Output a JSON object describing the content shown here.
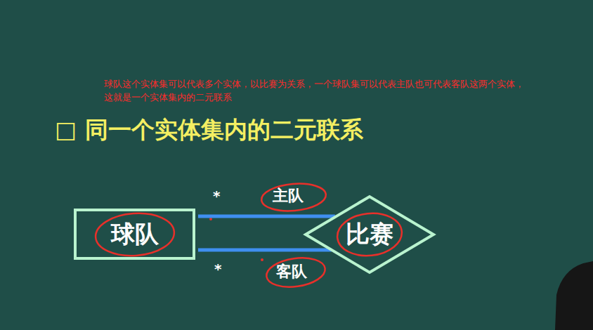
{
  "diagram": {
    "title": "□ 同一个实体集内的二元联系",
    "nodes": [
      {
        "text": [
          "球队"
        ]
      },
      {
        "text": [
          "比赛"
        ]
      }
    ],
    "edges": [
      {
        "from": 0,
        "to": 1,
        "arrow": "none",
        "label": "主队"
      },
      {
        "from": 0,
        "to": 1,
        "arrow": "none",
        "label": "客队"
      }
    ],
    "labels": [
      "球队这个实体集可以代表多个实体，以比赛为关系，一个球队集可以代表主队也可代表客队这两个实体，这就是一个实体集内的二元联系",
      "*",
      "*"
    ]
  }
}
